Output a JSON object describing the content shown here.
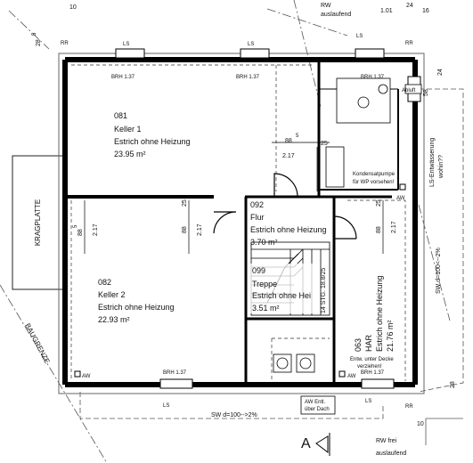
{
  "top": {
    "rw_label": "RW",
    "auslaufend_label": "auslaufend",
    "dim_101": "1.01",
    "dim_24": "24",
    "dim_16": "16",
    "dim_10": "10",
    "dim_28": "28",
    "dim_5": "5"
  },
  "rooms": {
    "r081": {
      "number": "081",
      "name": "Keller 1",
      "floor": "Estrich ohne Heizung",
      "area": "23.95 m²"
    },
    "r082": {
      "number": "082",
      "name": "Keller 2",
      "floor": "Estrich ohne Heizung",
      "area": "22.93 m²"
    },
    "r092": {
      "number": "092",
      "name": "Flur",
      "floor": "Estrich ohne Heizung",
      "area": "3.70 m²"
    },
    "r099": {
      "number": "099",
      "name": "Treppe",
      "floor": "Estrich ohne Hei",
      "area": "3.51 m²"
    },
    "r063": {
      "number": "063",
      "name": "HAR",
      "floor": "Estrich ohne Heizung",
      "area": "21.76 m²"
    }
  },
  "windows": {
    "ls": "LS",
    "brh": "BRH 1.37",
    "rr": "RR",
    "aw": "AW"
  },
  "dims": {
    "d88": "88",
    "d5": "5",
    "d217": "2.17",
    "d25": "25"
  },
  "stairs": {
    "label": "14 STG. 18.8/25"
  },
  "tech": {
    "kondensat_1": "Kondensatpumpe",
    "kondensat_2": "für WP vorsehen!",
    "ls_entw_1": "LS-Entwässerung",
    "ls_entw_2": "wohin??",
    "abluft": "Abluft",
    "entw_1": "Entw. unter Decke",
    "entw_2": "verziehen!",
    "aw_entl_1": "AW  Entl.",
    "aw_entl_2": "über Dach"
  },
  "site": {
    "kragplatte": "KRAGPLATTE",
    "baugrenze": "BAUGRENZE",
    "sw_bottom": "SW d=100-->2%",
    "sw_right": "SW d=100<--2%",
    "rw_bottom": "RW frei",
    "auslaufend_bottom": "auslaufend",
    "section_a": "A"
  }
}
